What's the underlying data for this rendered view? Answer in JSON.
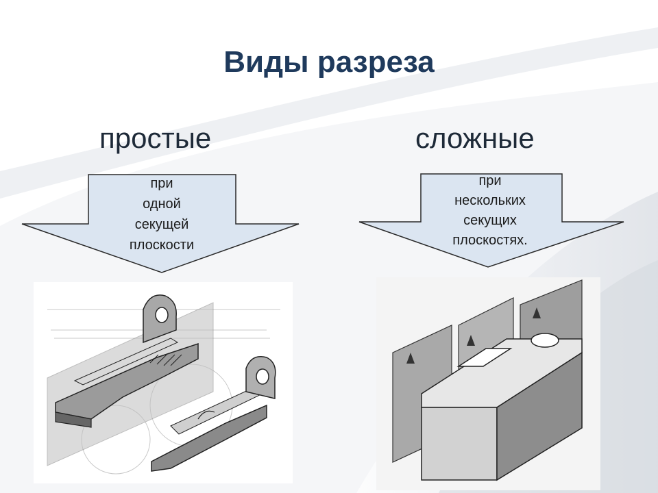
{
  "slide": {
    "title": "Виды разреза",
    "left": {
      "heading": "простые",
      "arrow_lines": [
        "при",
        "одной",
        "секущей",
        "плоскости"
      ]
    },
    "right": {
      "heading": "сложные",
      "arrow_lines": [
        "при",
        "нескольких",
        "секущих",
        "плоскостях."
      ]
    }
  },
  "colors": {
    "title": "#1f3a5c",
    "heading": "#1e2a38",
    "arrow_fill": "#dbe5f1",
    "arrow_stroke": "#2a2a2a"
  }
}
